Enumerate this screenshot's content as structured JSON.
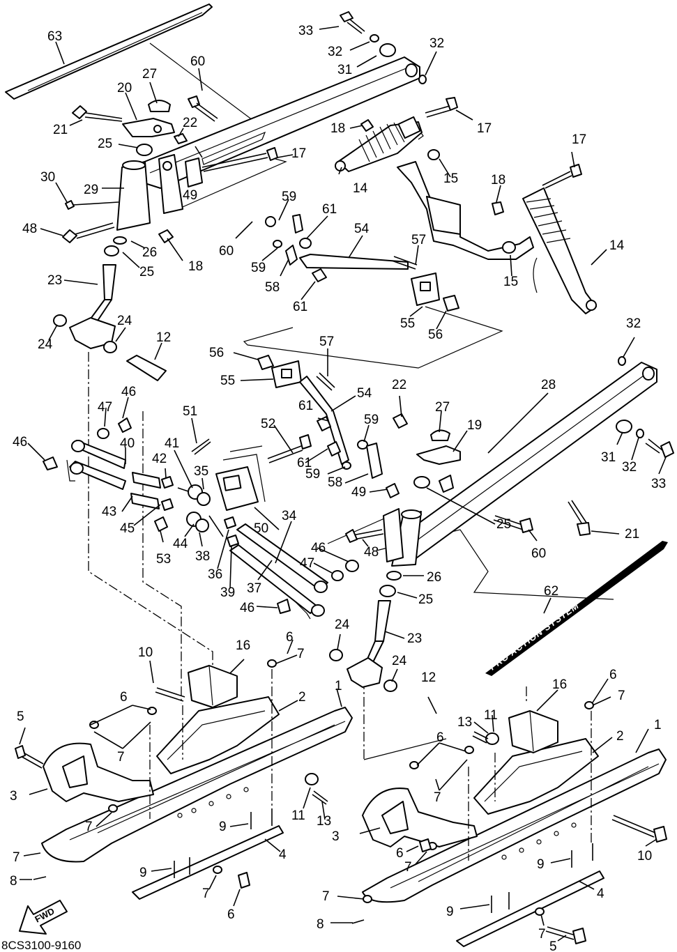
{
  "diagram": {
    "code": "8CS3100-9160",
    "fwd_label": "FWD",
    "decal_text": "PRO ACTION SYSTEM",
    "callouts": {
      "c1a": "1",
      "c1b": "1",
      "c2a": "2",
      "c2b": "2",
      "c3a": "3",
      "c3b": "3",
      "c4a": "4",
      "c4b": "4",
      "c5a": "5",
      "c5b": "5",
      "c6a": "6",
      "c6b": "6",
      "c6c": "6",
      "c6d": "6",
      "c6e": "6",
      "c6f": "6",
      "c7a": "7",
      "c7b": "7",
      "c7c": "7",
      "c7d": "7",
      "c7e": "7",
      "c7f": "7",
      "c7g": "7",
      "c7h": "7",
      "c7i": "7",
      "c7j": "7",
      "c8a": "8",
      "c8b": "8",
      "c9a": "9",
      "c9b": "9",
      "c9c": "9",
      "c9d": "9",
      "c10a": "10",
      "c10b": "10",
      "c11a": "11",
      "c11b": "11",
      "c12a": "12",
      "c12b": "12",
      "c13a": "13",
      "c13b": "13",
      "c14a": "14",
      "c14b": "14",
      "c15a": "15",
      "c15b": "15",
      "c16a": "16",
      "c16b": "16",
      "c17a": "17",
      "c17b": "17",
      "c17c": "17",
      "c18a": "18",
      "c18b": "18",
      "c18c": "18",
      "c19": "19",
      "c20": "20",
      "c21a": "21",
      "c21b": "21",
      "c22a": "22",
      "c22b": "22",
      "c23a": "23",
      "c23b": "23",
      "c24a": "24",
      "c24b": "24",
      "c24c": "24",
      "c24d": "24",
      "c25a": "25",
      "c25b": "25",
      "c25c": "25",
      "c25d": "25",
      "c26a": "26",
      "c26b": "26",
      "c27a": "27",
      "c27b": "27",
      "c28": "28",
      "c29": "29",
      "c30": "30",
      "c31a": "31",
      "c31b": "31",
      "c32a": "32",
      "c32b": "32",
      "c32c": "32",
      "c32d": "32",
      "c33a": "33",
      "c33b": "33",
      "c34": "34",
      "c35": "35",
      "c36": "36",
      "c37": "37",
      "c38": "38",
      "c39": "39",
      "c40": "40",
      "c41": "41",
      "c42": "42",
      "c43": "43",
      "c44": "44",
      "c45": "45",
      "c46a": "46",
      "c46b": "46",
      "c46c": "46",
      "c46d": "46",
      "c47a": "47",
      "c47b": "47",
      "c48a": "48",
      "c48b": "48",
      "c49a": "49",
      "c49b": "49",
      "c50": "50",
      "c51": "51",
      "c52": "52",
      "c53": "53",
      "c54a": "54",
      "c54b": "54",
      "c55a": "55",
      "c55b": "55",
      "c56a": "56",
      "c56b": "56",
      "c57a": "57",
      "c57b": "57",
      "c58a": "58",
      "c58b": "58",
      "c59a": "59",
      "c59b": "59",
      "c59c": "59",
      "c59d": "59",
      "c60a": "60",
      "c60b": "60",
      "c60c": "60",
      "c61a": "61",
      "c61b": "61",
      "c61c": "61",
      "c61d": "61",
      "c62": "62",
      "c63": "63"
    }
  }
}
